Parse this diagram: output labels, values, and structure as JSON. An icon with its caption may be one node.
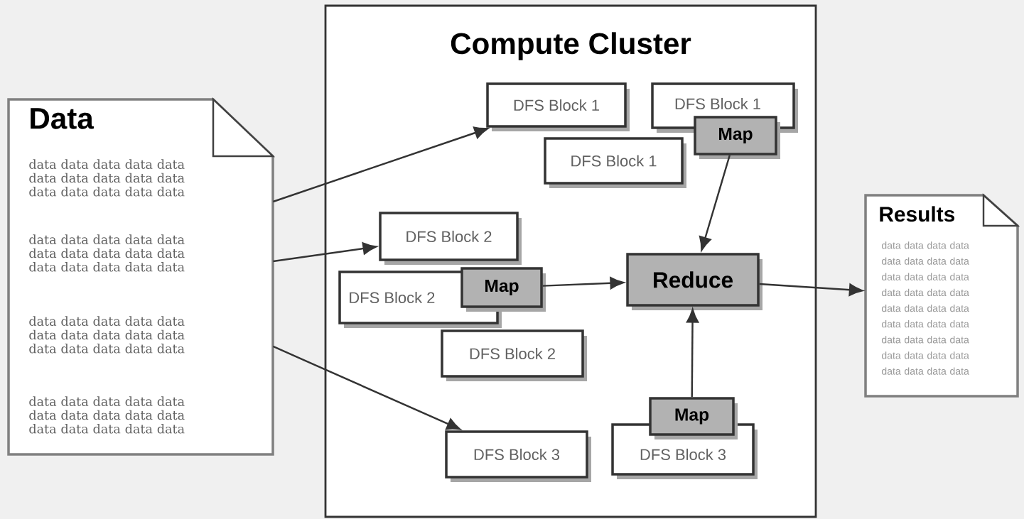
{
  "diagram": {
    "nodes": [
      {
        "text": [
          "Data",
          "data data data data data data data data data data data data data data data",
          "data data data data data data data data data data data data data data data",
          "data data data data data data data data data data data data data data data",
          "data data data data data data data data data data data data data data data"
        ]
      },
      {
        "text": [
          "Compute Cluster"
        ]
      },
      {
        "text": [
          "DFS Block 1"
        ],
        "in": 1
      },
      {
        "text": [
          "DFS Block 1"
        ],
        "in": 1
      },
      {
        "text": [
          "Map"
        ],
        "in": 1
      },
      {
        "text": [
          "DFS Block 1"
        ],
        "in": 1
      },
      {
        "text": [
          "DFS Block 2"
        ],
        "in": 1
      },
      {
        "text": [
          "DFS Block 2"
        ],
        "in": 1
      },
      {
        "text": [
          "Map"
        ],
        "in": 1
      },
      {
        "text": [
          "Reduce"
        ],
        "in": 1
      },
      {
        "text": [
          "DFS Block 2"
        ],
        "in": 1
      },
      {
        "text": [
          "Map"
        ],
        "in": 1
      },
      {
        "text": [
          "DFS Block 3"
        ],
        "in": 1
      },
      {
        "text": [
          "DFS Block 3"
        ],
        "in": 1
      },
      {
        "text": [
          "Results",
          "data data data data data data data data data data data data data data data data data data data data data data data data data data data data data data data data data data data data"
        ]
      }
    ],
    "edges": [
      {
        "from": 0,
        "to": 2,
        "arrow": "to"
      },
      {
        "from": 0,
        "to": 6,
        "arrow": "to"
      },
      {
        "from": 0,
        "to": 13,
        "arrow": "to"
      },
      {
        "from": 4,
        "to": 9,
        "arrow": "to"
      },
      {
        "from": 8,
        "to": 9,
        "arrow": "to"
      },
      {
        "from": 11,
        "to": 9,
        "arrow": "to"
      },
      {
        "from": 9,
        "to": 14,
        "arrow": "to"
      }
    ]
  }
}
